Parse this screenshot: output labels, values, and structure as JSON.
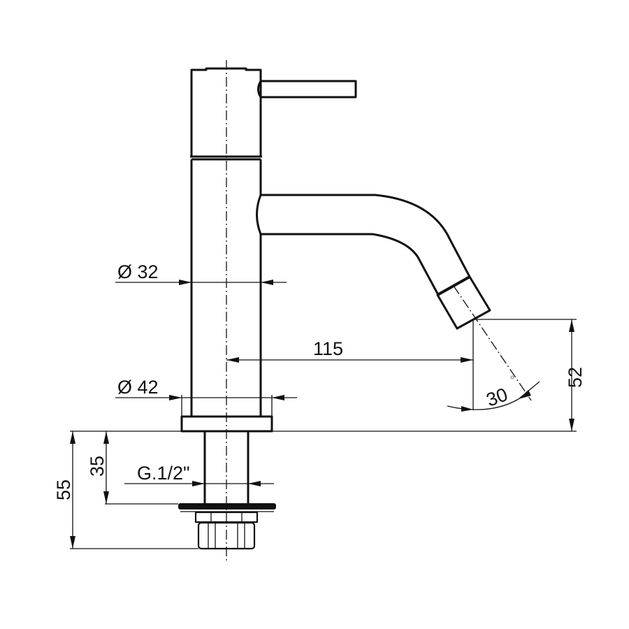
{
  "drawing": {
    "subject": "Single-lever basin tap, side elevation",
    "units": "mm",
    "dimensions": {
      "body_diameter": {
        "label": "Ø 32",
        "value": 32
      },
      "base_diameter": {
        "label": "Ø 42",
        "value": 42
      },
      "spout_reach": {
        "label": "115",
        "value": 115
      },
      "spout_height": {
        "label": "52",
        "value": 52
      },
      "spout_angle": {
        "label": "30",
        "unit_symbol": "°",
        "value": 30
      },
      "thread_spec": {
        "label": "G.1/2\""
      },
      "shank_length": {
        "label": "35",
        "value": 35
      },
      "total_below_deck": {
        "label": "55",
        "value": 55
      }
    },
    "parts": [
      "handle-lever",
      "cartridge-cap",
      "body",
      "spout",
      "aerator",
      "base-flange",
      "threaded-shank",
      "washer",
      "lock-nut",
      "hex-nut"
    ],
    "colors": {
      "line": "#111111",
      "background": "#ffffff"
    }
  }
}
